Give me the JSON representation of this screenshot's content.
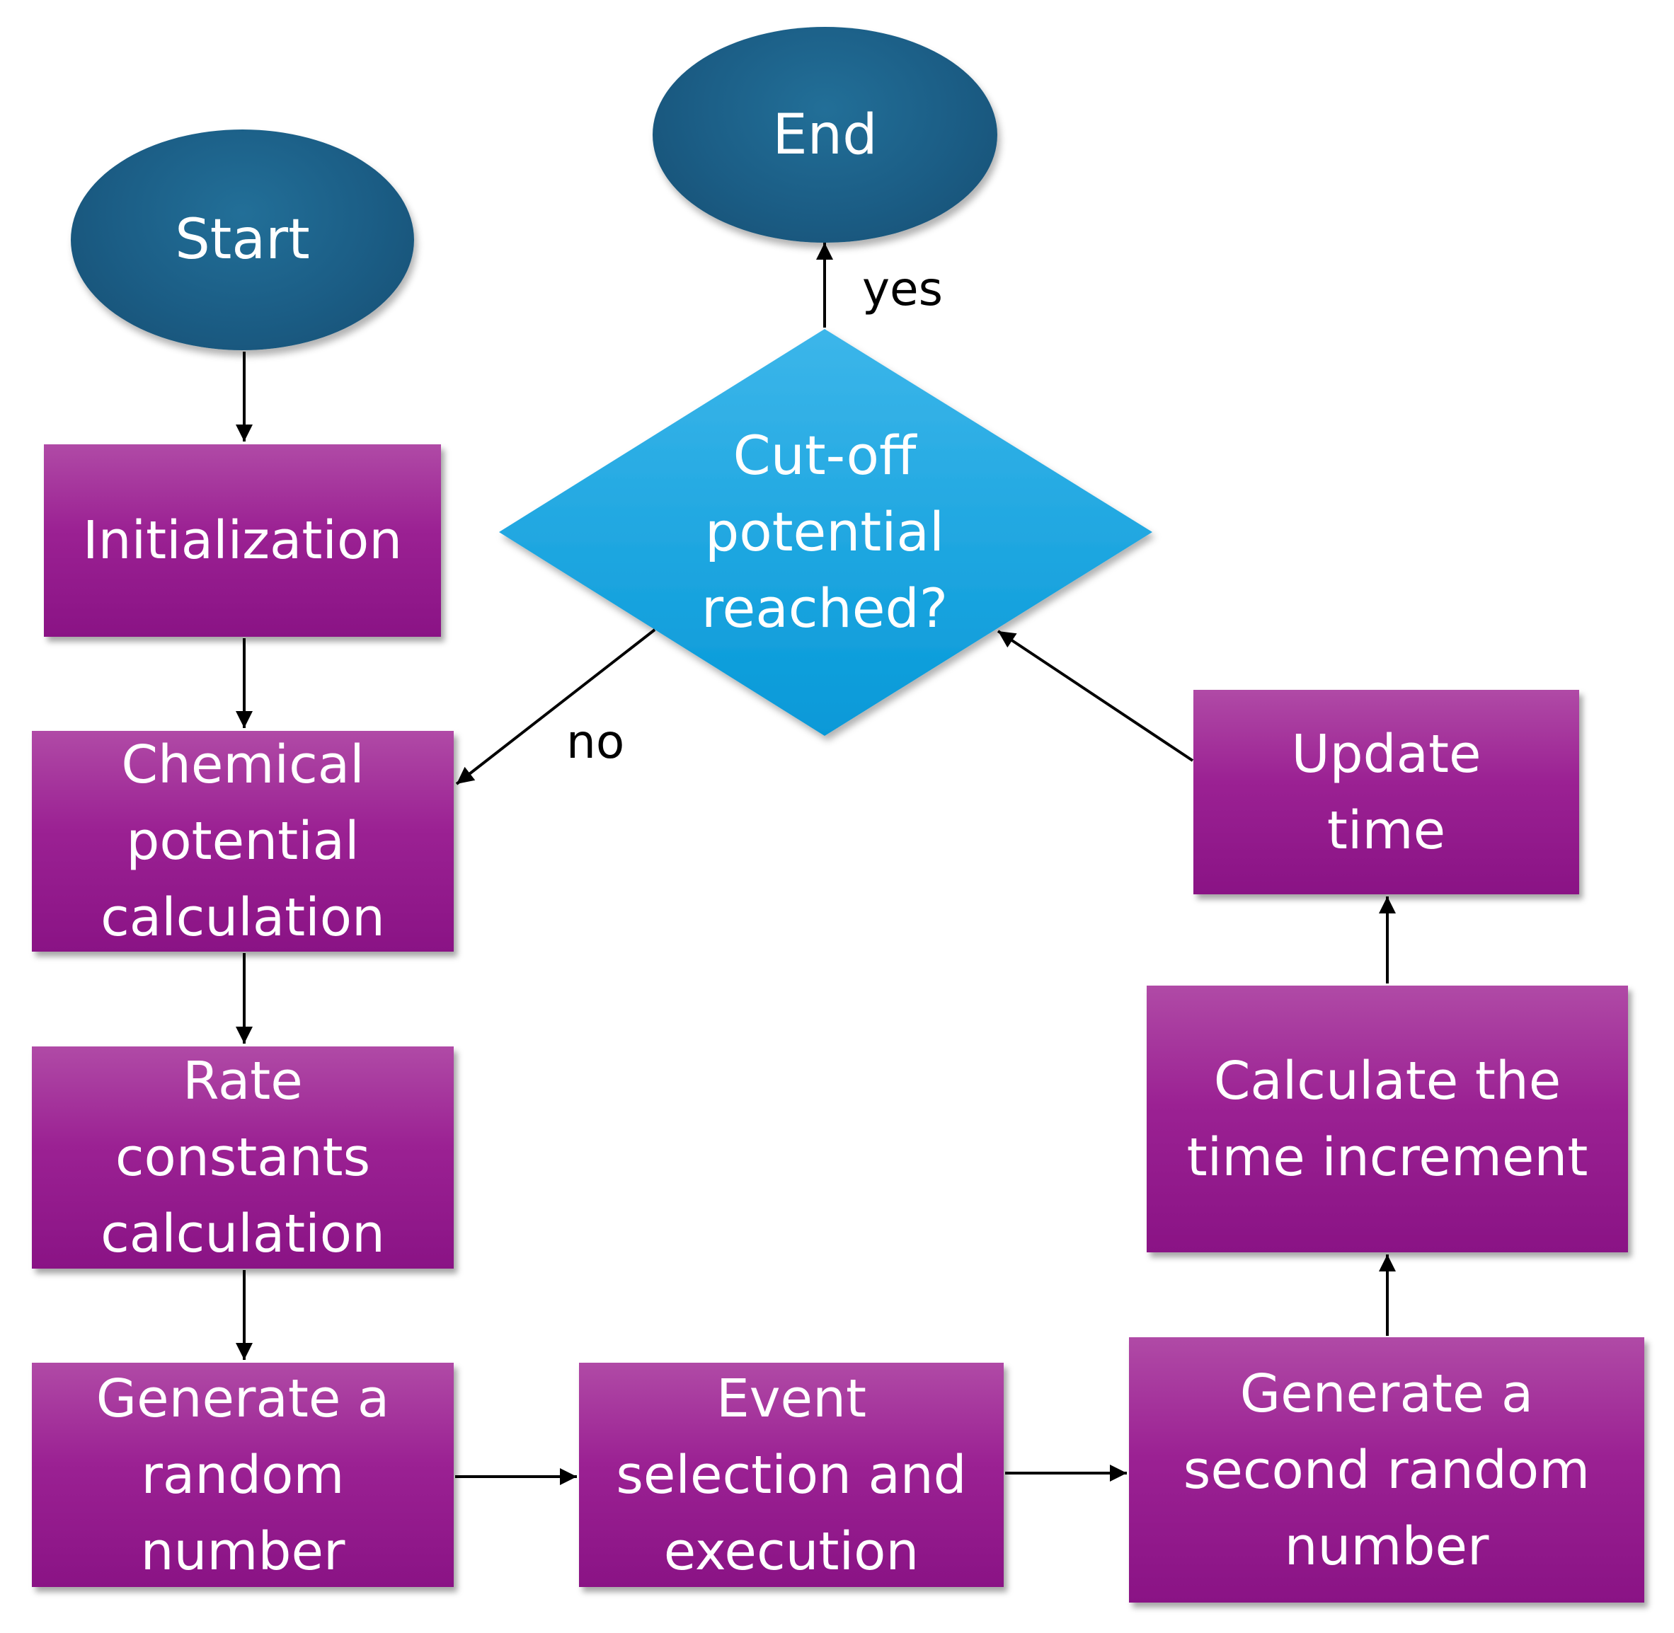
{
  "nodes": {
    "start": "Start",
    "end": "End",
    "initialization": [
      "Initialization"
    ],
    "chemical_potential": [
      "Chemical",
      "potential",
      "calculation"
    ],
    "rate_constants": [
      "Rate",
      "constants",
      "calculation"
    ],
    "random_number": [
      "Generate a",
      "random",
      "number"
    ],
    "event_selection": [
      "Event",
      "selection and",
      "execution"
    ],
    "second_random": [
      "Generate a",
      "second random",
      "number"
    ],
    "time_increment": [
      "Calculate the",
      "time increment"
    ],
    "update_time": [
      "Update",
      "time"
    ],
    "decision": [
      "Cut-off",
      "potential",
      "reached?"
    ]
  },
  "edge_labels": {
    "yes": "yes",
    "no": "no"
  },
  "colors": {
    "process_box": "#9b2193",
    "terminal": "#1b5d85",
    "decision": "#0aa3dd",
    "text": "#ffffff",
    "arrow": "#000000"
  }
}
